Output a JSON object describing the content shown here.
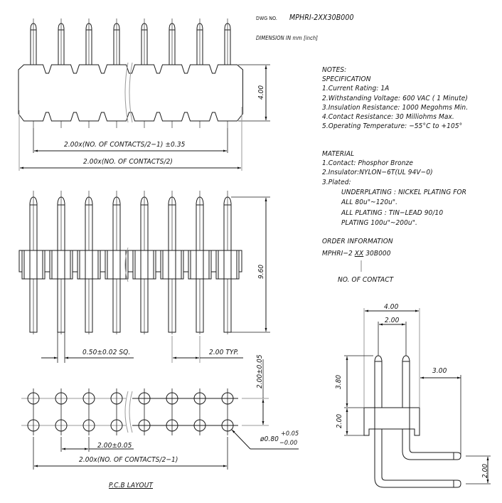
{
  "header": {
    "dwg_label": "DWG NO.",
    "dwg_number": "MPHRI-2XX30B000",
    "dimension_note": "DIMENSION IN mm [inch]"
  },
  "notes": {
    "title": "NOTES:",
    "specification_title": "SPECIFICATION",
    "specification": [
      "1.Current Rating: 1A",
      "2.Withstanding Voltage: 600 VAC ( 1 Minute)",
      "3.Insulation Resistance: 1000 Megohms Min.",
      "4.Contact Resistance: 30 Milliohms Max.",
      "5.Operating Temperature: −55°C to +105°"
    ],
    "material_title": "MATERIAL",
    "material": [
      "1.Contact: Phosphor Bronze",
      "2.Insulator:NYLON−6T(UL 94V−0)",
      "3.Plated:"
    ],
    "plating": [
      "UNDERPLATING : NICKEL PLATING FOR",
      "ALL 80u\"~120u\".",
      "ALL PLATING : TIN−LEAD 90/10",
      "PLATING 100u\"~200u\"."
    ]
  },
  "order": {
    "title": "ORDER INFORMATION",
    "prefix": "MPHRI−2",
    "code": "XX",
    "suffix": "30B000",
    "callout": "NO. OF CONTACT"
  },
  "top_view": {
    "pin_count_shown": 8,
    "dim_height": "4.00",
    "dim_inner": "2.00x(NO. OF CONTACTS/2−1)   ±0.35",
    "dim_outer": "2.00x(NO. OF CONTACTS/2)"
  },
  "side_view": {
    "dim_height": "9.60",
    "dim_pin": "0.50±0.02 SQ.",
    "dim_pitch": "2.00 TYP."
  },
  "pcb_layout": {
    "dim_row": "2.00±0.05",
    "dim_pitch": "2.00±0.05",
    "dim_span": "2.00x(NO. OF CONTACTS/2−1)",
    "hole_dia": "ø0.80",
    "hole_tol_plus": "+0.05",
    "hole_tol_minus": "−0.00",
    "title": "P.C.B LAYOUT"
  },
  "right_angle_view": {
    "dim_width": "4.00",
    "dim_pitch": "2.00",
    "dim_offset": "3.00",
    "dim_pin_height": "3.80",
    "dim_body_height": "2.00",
    "dim_row": "2.00"
  },
  "colors": {
    "line": "#1a1a1a",
    "dim_line": "#333333",
    "grey_line": "#9a9a9a"
  }
}
